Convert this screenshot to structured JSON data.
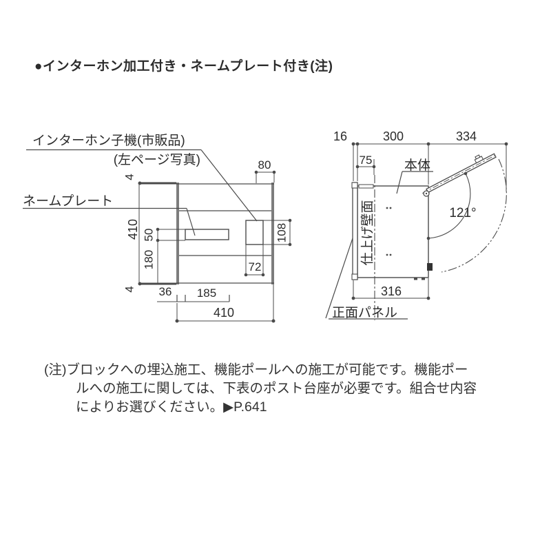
{
  "title": "●インターホン加工付き・ネームプレート付き(注)",
  "front_view": {
    "labels": {
      "intercom_line1": "インターホン子機(市販品)",
      "intercom_line2": "(左ページ写真)",
      "nameplate": "ネームプレート"
    },
    "dims": {
      "top_cap": "4",
      "bottom_cap": "4",
      "height": "410",
      "intercom_inset": "80",
      "nameplate_h": "50",
      "nameplate_bottom": "180",
      "intercom_h": "108",
      "intercom_w": "72",
      "left_inset": "36",
      "nameplate_w": "185",
      "width": "410"
    }
  },
  "side_view": {
    "labels": {
      "body": "本体",
      "finished_wall": "仕上げ壁面",
      "front_panel": "正面パネル",
      "door_angle": "121°"
    },
    "dims": {
      "panel_thickness": "16",
      "body_depth": "300",
      "door_clearance": "334",
      "wall_offset": "75",
      "overall_depth": "316"
    }
  },
  "note": {
    "prefix": "(注)",
    "lines": [
      "ブロックへの埋込施工、機能ポールへの施工が可能です。機能ポー",
      "ルへの施工に関しては、下表のポスト台座が必要です。組合せ内容",
      "によりお選びください。"
    ],
    "page_ref": "▶P.641"
  },
  "colors": {
    "line": "#4a4a4a",
    "bar": "#7d7d7d",
    "text": "#2b2b2b"
  }
}
